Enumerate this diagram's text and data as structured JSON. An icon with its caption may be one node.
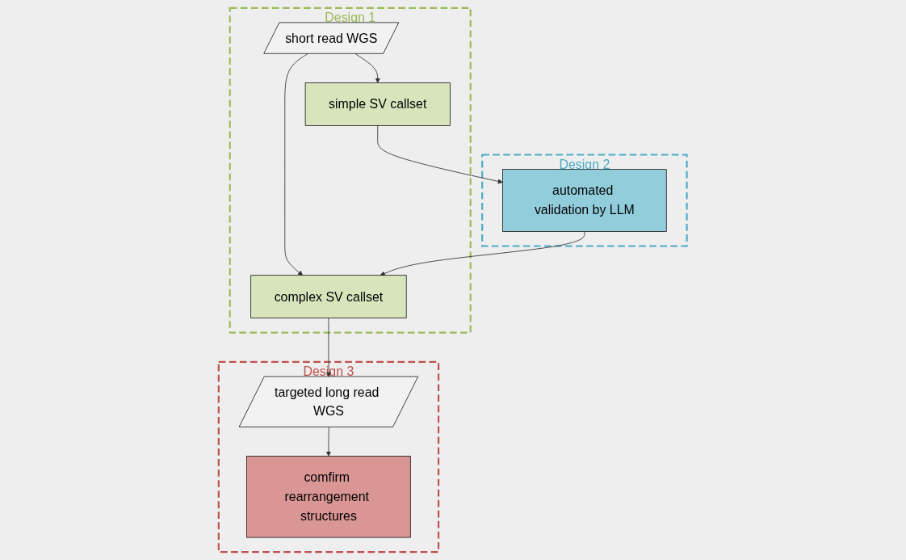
{
  "diagram": {
    "nodes": [
      {
        "text": [
          "Design 1"
        ]
      },
      {
        "text": [
          "short read WGS"
        ],
        "in": 0
      },
      {
        "text": [
          "simple SV callset"
        ],
        "in": 0
      },
      {
        "text": [
          "complex SV callset"
        ],
        "in": 0
      },
      {
        "text": [
          "Design 2"
        ]
      },
      {
        "text": [
          "automated validation by LLM"
        ],
        "in": 4
      },
      {
        "text": [
          "Design 3"
        ]
      },
      {
        "text": [
          "targeted long read WGS"
        ],
        "in": 6
      },
      {
        "text": [
          "comfirm rearrangement structures"
        ],
        "in": 6
      }
    ],
    "edges": [
      {
        "from": 1,
        "to": 2,
        "arrow": "to"
      },
      {
        "from": 1,
        "to": 3,
        "arrow": "to"
      },
      {
        "from": 2,
        "to": 5,
        "arrow": "to"
      },
      {
        "from": 5,
        "to": 3,
        "arrow": "to"
      },
      {
        "from": 3,
        "to": 7,
        "arrow": "to"
      },
      {
        "from": 7,
        "to": 8,
        "arrow": "to"
      }
    ]
  }
}
